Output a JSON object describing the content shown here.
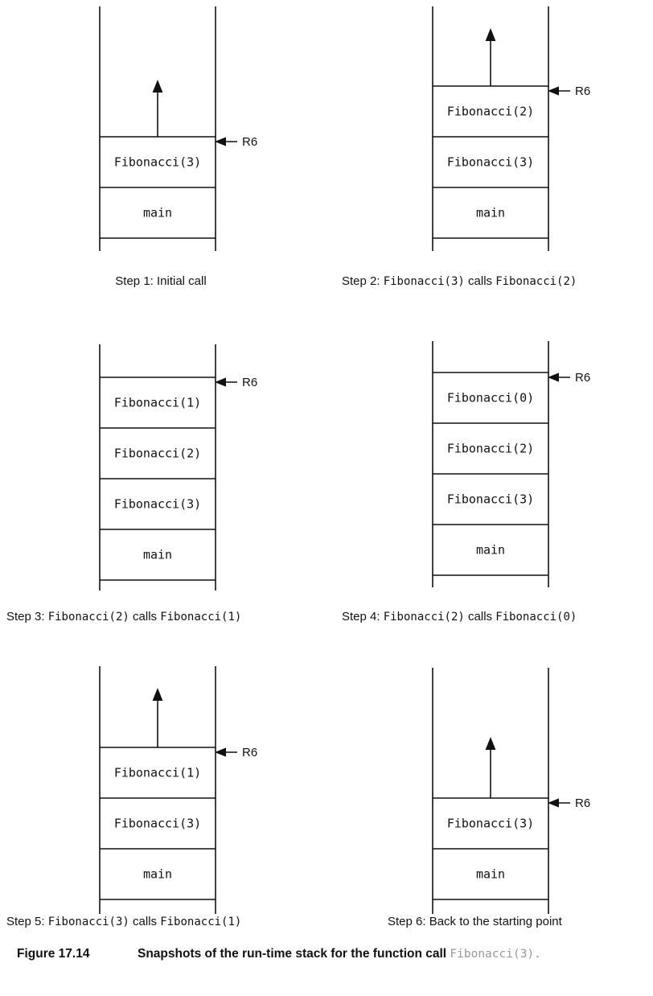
{
  "pointer_label": "R6",
  "snapshots": [
    {
      "frames": [
        "Fibonacci(3)",
        "main"
      ],
      "caption": {
        "prefix": "Step 1: Initial call",
        "code1": "",
        "middle": "",
        "code2": ""
      }
    },
    {
      "frames": [
        "Fibonacci(2)",
        "Fibonacci(3)",
        "main"
      ],
      "caption": {
        "prefix": "Step 2: ",
        "code1": "Fibonacci(3)",
        "middle": " calls ",
        "code2": "Fibonacci(2)"
      }
    },
    {
      "frames": [
        "Fibonacci(1)",
        "Fibonacci(2)",
        "Fibonacci(3)",
        "main"
      ],
      "caption": {
        "prefix": "Step 3: ",
        "code1": "Fibonacci(2)",
        "middle": " calls ",
        "code2": "Fibonacci(1)"
      }
    },
    {
      "frames": [
        "Fibonacci(0)",
        "Fibonacci(2)",
        "Fibonacci(3)",
        "main"
      ],
      "caption": {
        "prefix": "Step 4: ",
        "code1": "Fibonacci(2)",
        "middle": " calls ",
        "code2": "Fibonacci(0)"
      }
    },
    {
      "frames": [
        "Fibonacci(1)",
        "Fibonacci(3)",
        "main"
      ],
      "caption": {
        "prefix": "Step 5: ",
        "code1": "Fibonacci(3)",
        "middle": " calls ",
        "code2": "Fibonacci(1)"
      }
    },
    {
      "frames": [
        "Fibonacci(3)",
        "main"
      ],
      "caption": {
        "prefix": "Step 6: Back to the starting point",
        "code1": "",
        "middle": "",
        "code2": ""
      }
    }
  ],
  "figure": {
    "number": "Figure 17.14",
    "text": "Snapshots of the run-time stack for the function call ",
    "code": "Fibonacci(3)."
  }
}
